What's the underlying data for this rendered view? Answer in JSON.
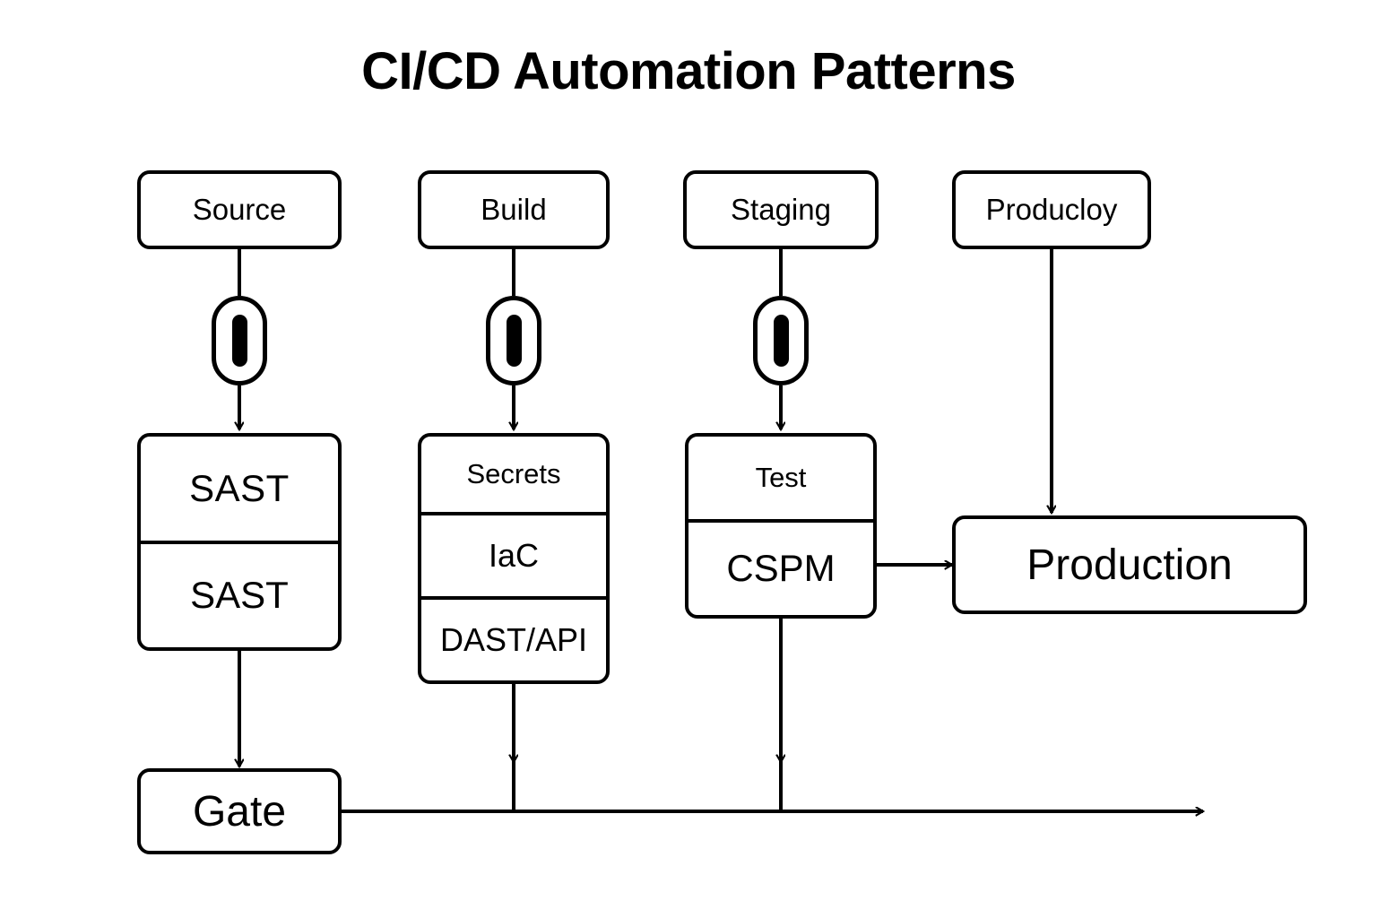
{
  "title": "CI/CD Automation Patterns",
  "background_color": "#ffffff",
  "stroke_color": "#000000",
  "diagram": {
    "type": "flowchart",
    "columns": [
      {
        "id": "source",
        "stage_label": "Source",
        "gate_icon": "pause-gate-icon",
        "scan_rows": [
          "SAST",
          "SAST"
        ]
      },
      {
        "id": "build",
        "stage_label": "Build",
        "gate_icon": "pause-gate-icon",
        "scan_rows": [
          "Secrets",
          "IaC",
          "DAST/API"
        ]
      },
      {
        "id": "staging",
        "stage_label": "Staging",
        "gate_icon": "pause-gate-icon",
        "scan_rows": [
          "Test",
          "CSPM"
        ]
      },
      {
        "id": "deploy",
        "stage_label": "Producloy",
        "gate_icon": null,
        "scan_rows": []
      }
    ],
    "terminals": {
      "gate": "Gate",
      "production": "Production"
    },
    "edges": [
      {
        "from": "Source",
        "to": "pause-gate-source",
        "style": "line"
      },
      {
        "from": "pause-gate-source",
        "to": "SAST",
        "style": "arrow"
      },
      {
        "from": "SAST",
        "to": "Gate",
        "style": "arrow"
      },
      {
        "from": "Build",
        "to": "pause-gate-build",
        "style": "line"
      },
      {
        "from": "pause-gate-build",
        "to": "Secrets",
        "style": "arrow"
      },
      {
        "from": "DAST/API",
        "to": "bottom-rail",
        "style": "arrow"
      },
      {
        "from": "Staging",
        "to": "pause-gate-staging",
        "style": "line"
      },
      {
        "from": "pause-gate-staging",
        "to": "Test",
        "style": "arrow"
      },
      {
        "from": "CSPM",
        "to": "bottom-rail",
        "style": "arrow"
      },
      {
        "from": "CSPM",
        "to": "Production",
        "style": "arrow"
      },
      {
        "from": "Producloy",
        "to": "Production",
        "style": "arrow"
      },
      {
        "from": "Gate",
        "to": "bottom-rail-end",
        "style": "arrow"
      }
    ]
  }
}
